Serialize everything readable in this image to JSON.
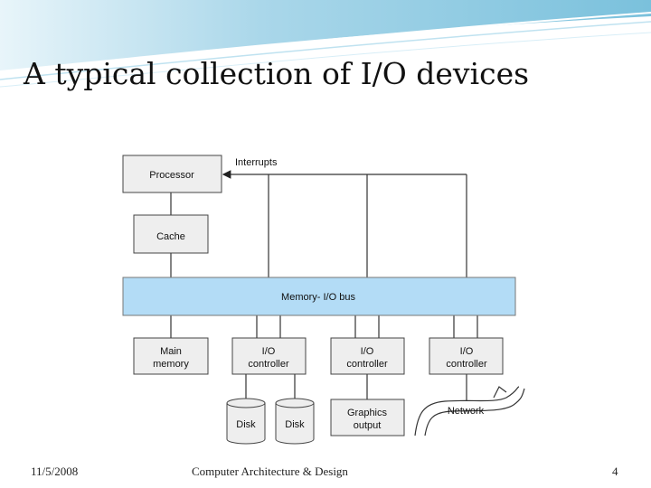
{
  "slide": {
    "title": "A typical collection of I/O devices",
    "footer_date": "11/5/2008",
    "footer_course": "Computer Architecture & Design",
    "page_number": "4"
  },
  "diagram": {
    "processor": "Processor",
    "interrupts": "Interrupts",
    "cache": "Cache",
    "bus": "Memory- I/O bus",
    "main_memory": [
      "Main",
      "memory"
    ],
    "io_controller": [
      "I/O",
      "controller"
    ],
    "disk": "Disk",
    "graphics": [
      "Graphics",
      "output"
    ],
    "network": "Network"
  },
  "colors": {
    "bus_fill": "#b3dcf6",
    "box_fill": "#eeeeee",
    "header_gradient_start": "#63b6d6",
    "header_gradient_end": "#e4f3f9"
  }
}
